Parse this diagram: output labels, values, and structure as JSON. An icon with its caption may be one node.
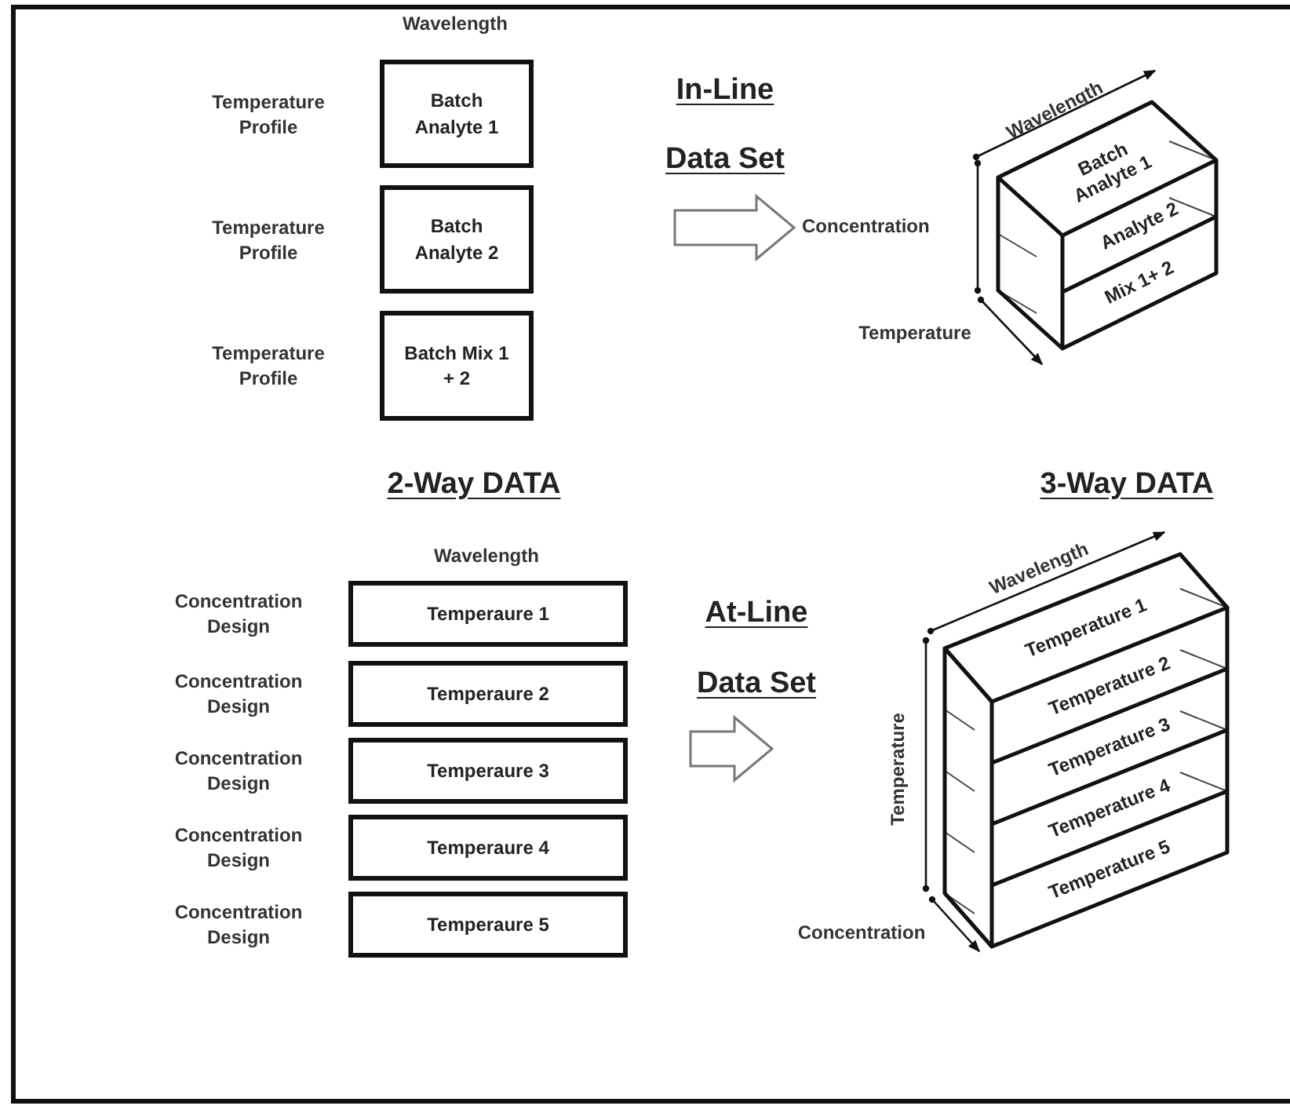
{
  "diagram": {
    "nodes": [
      {
        "text": [
          "Batch Analyte 1"
        ],
        "beside": [
          "Temperature Profile"
        ]
      },
      {
        "text": [
          "Batch Analyte 2"
        ],
        "beside": [
          "Temperature Profile"
        ]
      },
      {
        "text": [
          "Batch Mix 1 + 2"
        ],
        "beside": [
          "Temperature Profile"
        ]
      },
      {
        "text": [
          "Wavelength",
          "Batch Analyte 1",
          "Analyte 2",
          "Mix 1+ 2",
          "Concentration",
          "Temperature"
        ]
      },
      {
        "text": [
          "Temperaure 1"
        ],
        "beside": [
          "Concentration Design"
        ]
      },
      {
        "text": [
          "Temperaure 2"
        ],
        "beside": [
          "Concentration Design"
        ]
      },
      {
        "text": [
          "Temperaure 3"
        ],
        "beside": [
          "Concentration Design"
        ]
      },
      {
        "text": [
          "Temperaure 4"
        ],
        "beside": [
          "Concentration Design"
        ]
      },
      {
        "text": [
          "Temperaure 5"
        ],
        "beside": [
          "Concentration Design"
        ]
      },
      {
        "text": [
          "Wavelength",
          "Temperature 1",
          "Temperature 2",
          "Temperature 3",
          "Temperature 4",
          "Temperature 5",
          "Temperature",
          "Concentration"
        ]
      }
    ],
    "edges": [
      {
        "from": null,
        "to": 3,
        "arrow": "to"
      },
      {
        "from": null,
        "to": 9,
        "arrow": "to"
      }
    ],
    "labels": [
      "Wavelength",
      "In-Line",
      "Data Set",
      "2-Way DATA",
      "3-Way DATA",
      "Wavelength",
      "At-Line",
      "Data Set"
    ]
  }
}
